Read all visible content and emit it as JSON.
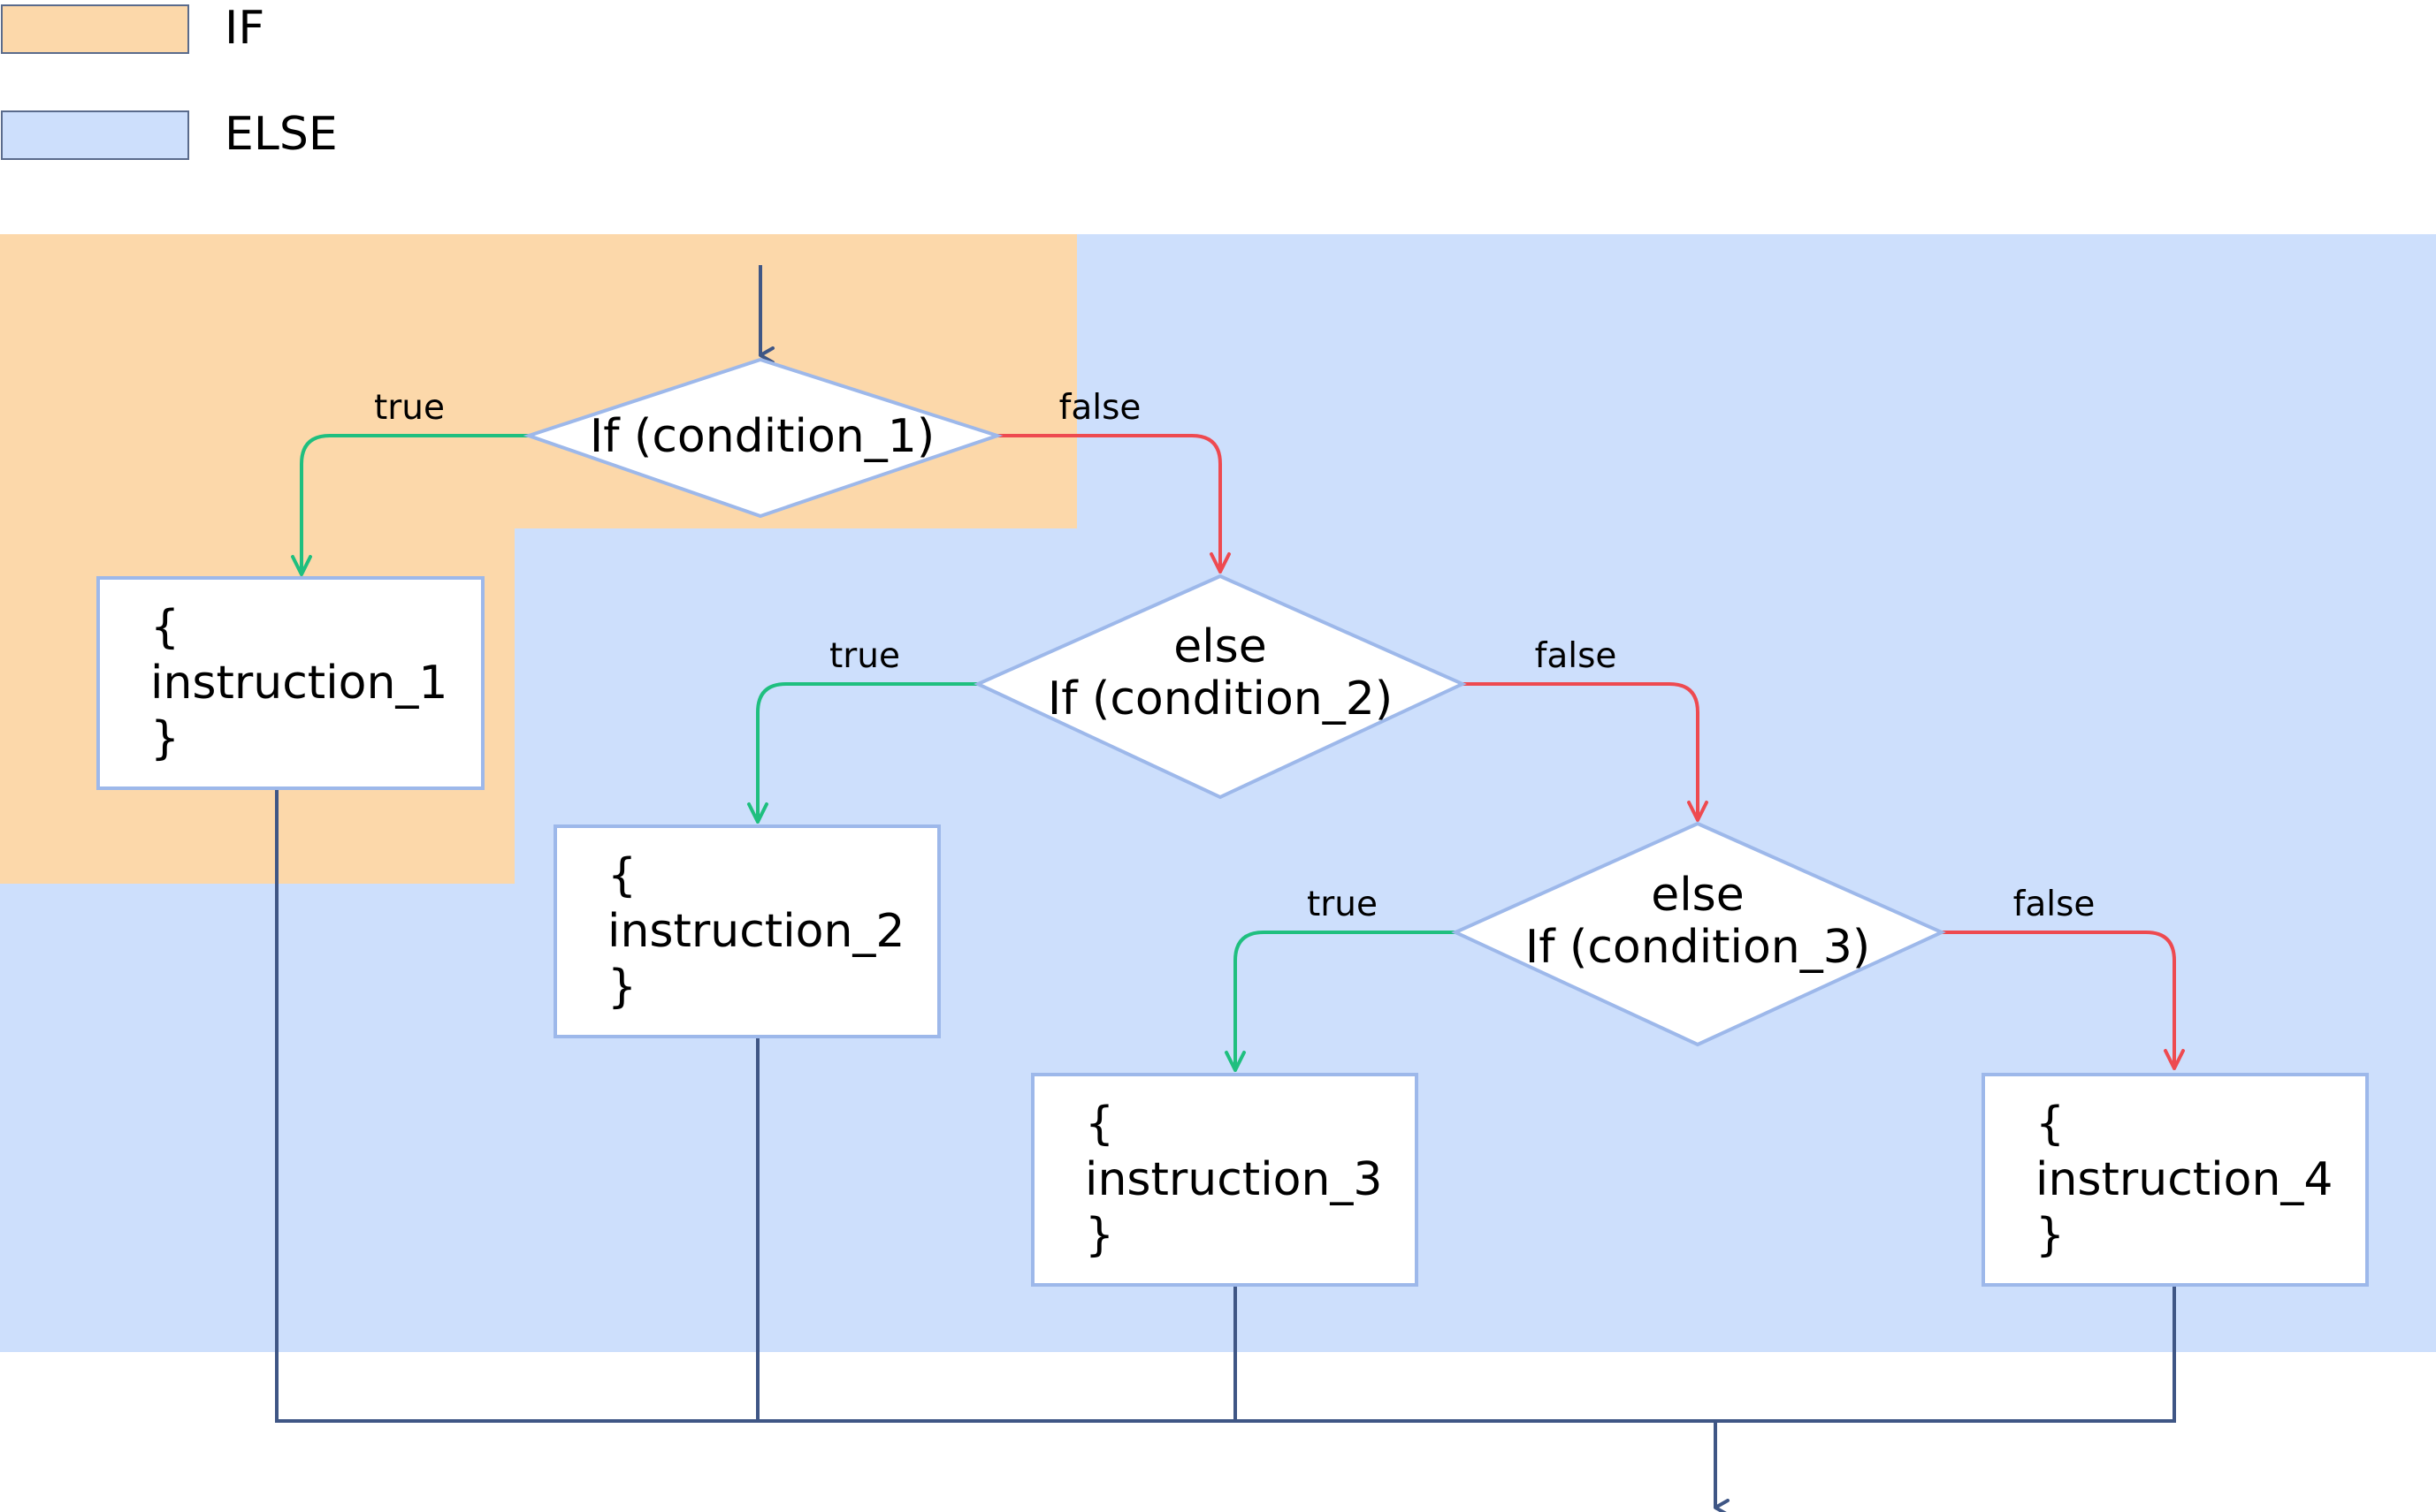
{
  "legend": {
    "if_label": "IF",
    "else_label": "ELSE"
  },
  "decisions": {
    "d1": {
      "line1": "If (condition_1)"
    },
    "d2": {
      "line1": "else",
      "line2": "If (condition_2)"
    },
    "d3": {
      "line1": "else",
      "line2": "If (condition_3)"
    }
  },
  "branches": {
    "true_label": "true",
    "false_label": "false"
  },
  "instructions": {
    "i1": {
      "open": "{",
      "body": "instruction_1",
      "close": "}"
    },
    "i2": {
      "open": "{",
      "body": "instruction_2",
      "close": "}"
    },
    "i3": {
      "open": "{",
      "body": "instruction_3",
      "close": "}"
    },
    "i4": {
      "open": "{",
      "body": "instruction_4",
      "close": "}"
    }
  },
  "colors": {
    "if_region": "#fcd8aa",
    "else_region": "#cddffc",
    "shape_border": "#9db8ea",
    "true_arrow": "#1fbf7f",
    "false_arrow": "#ee4a50",
    "flow_line": "#3f5685"
  }
}
